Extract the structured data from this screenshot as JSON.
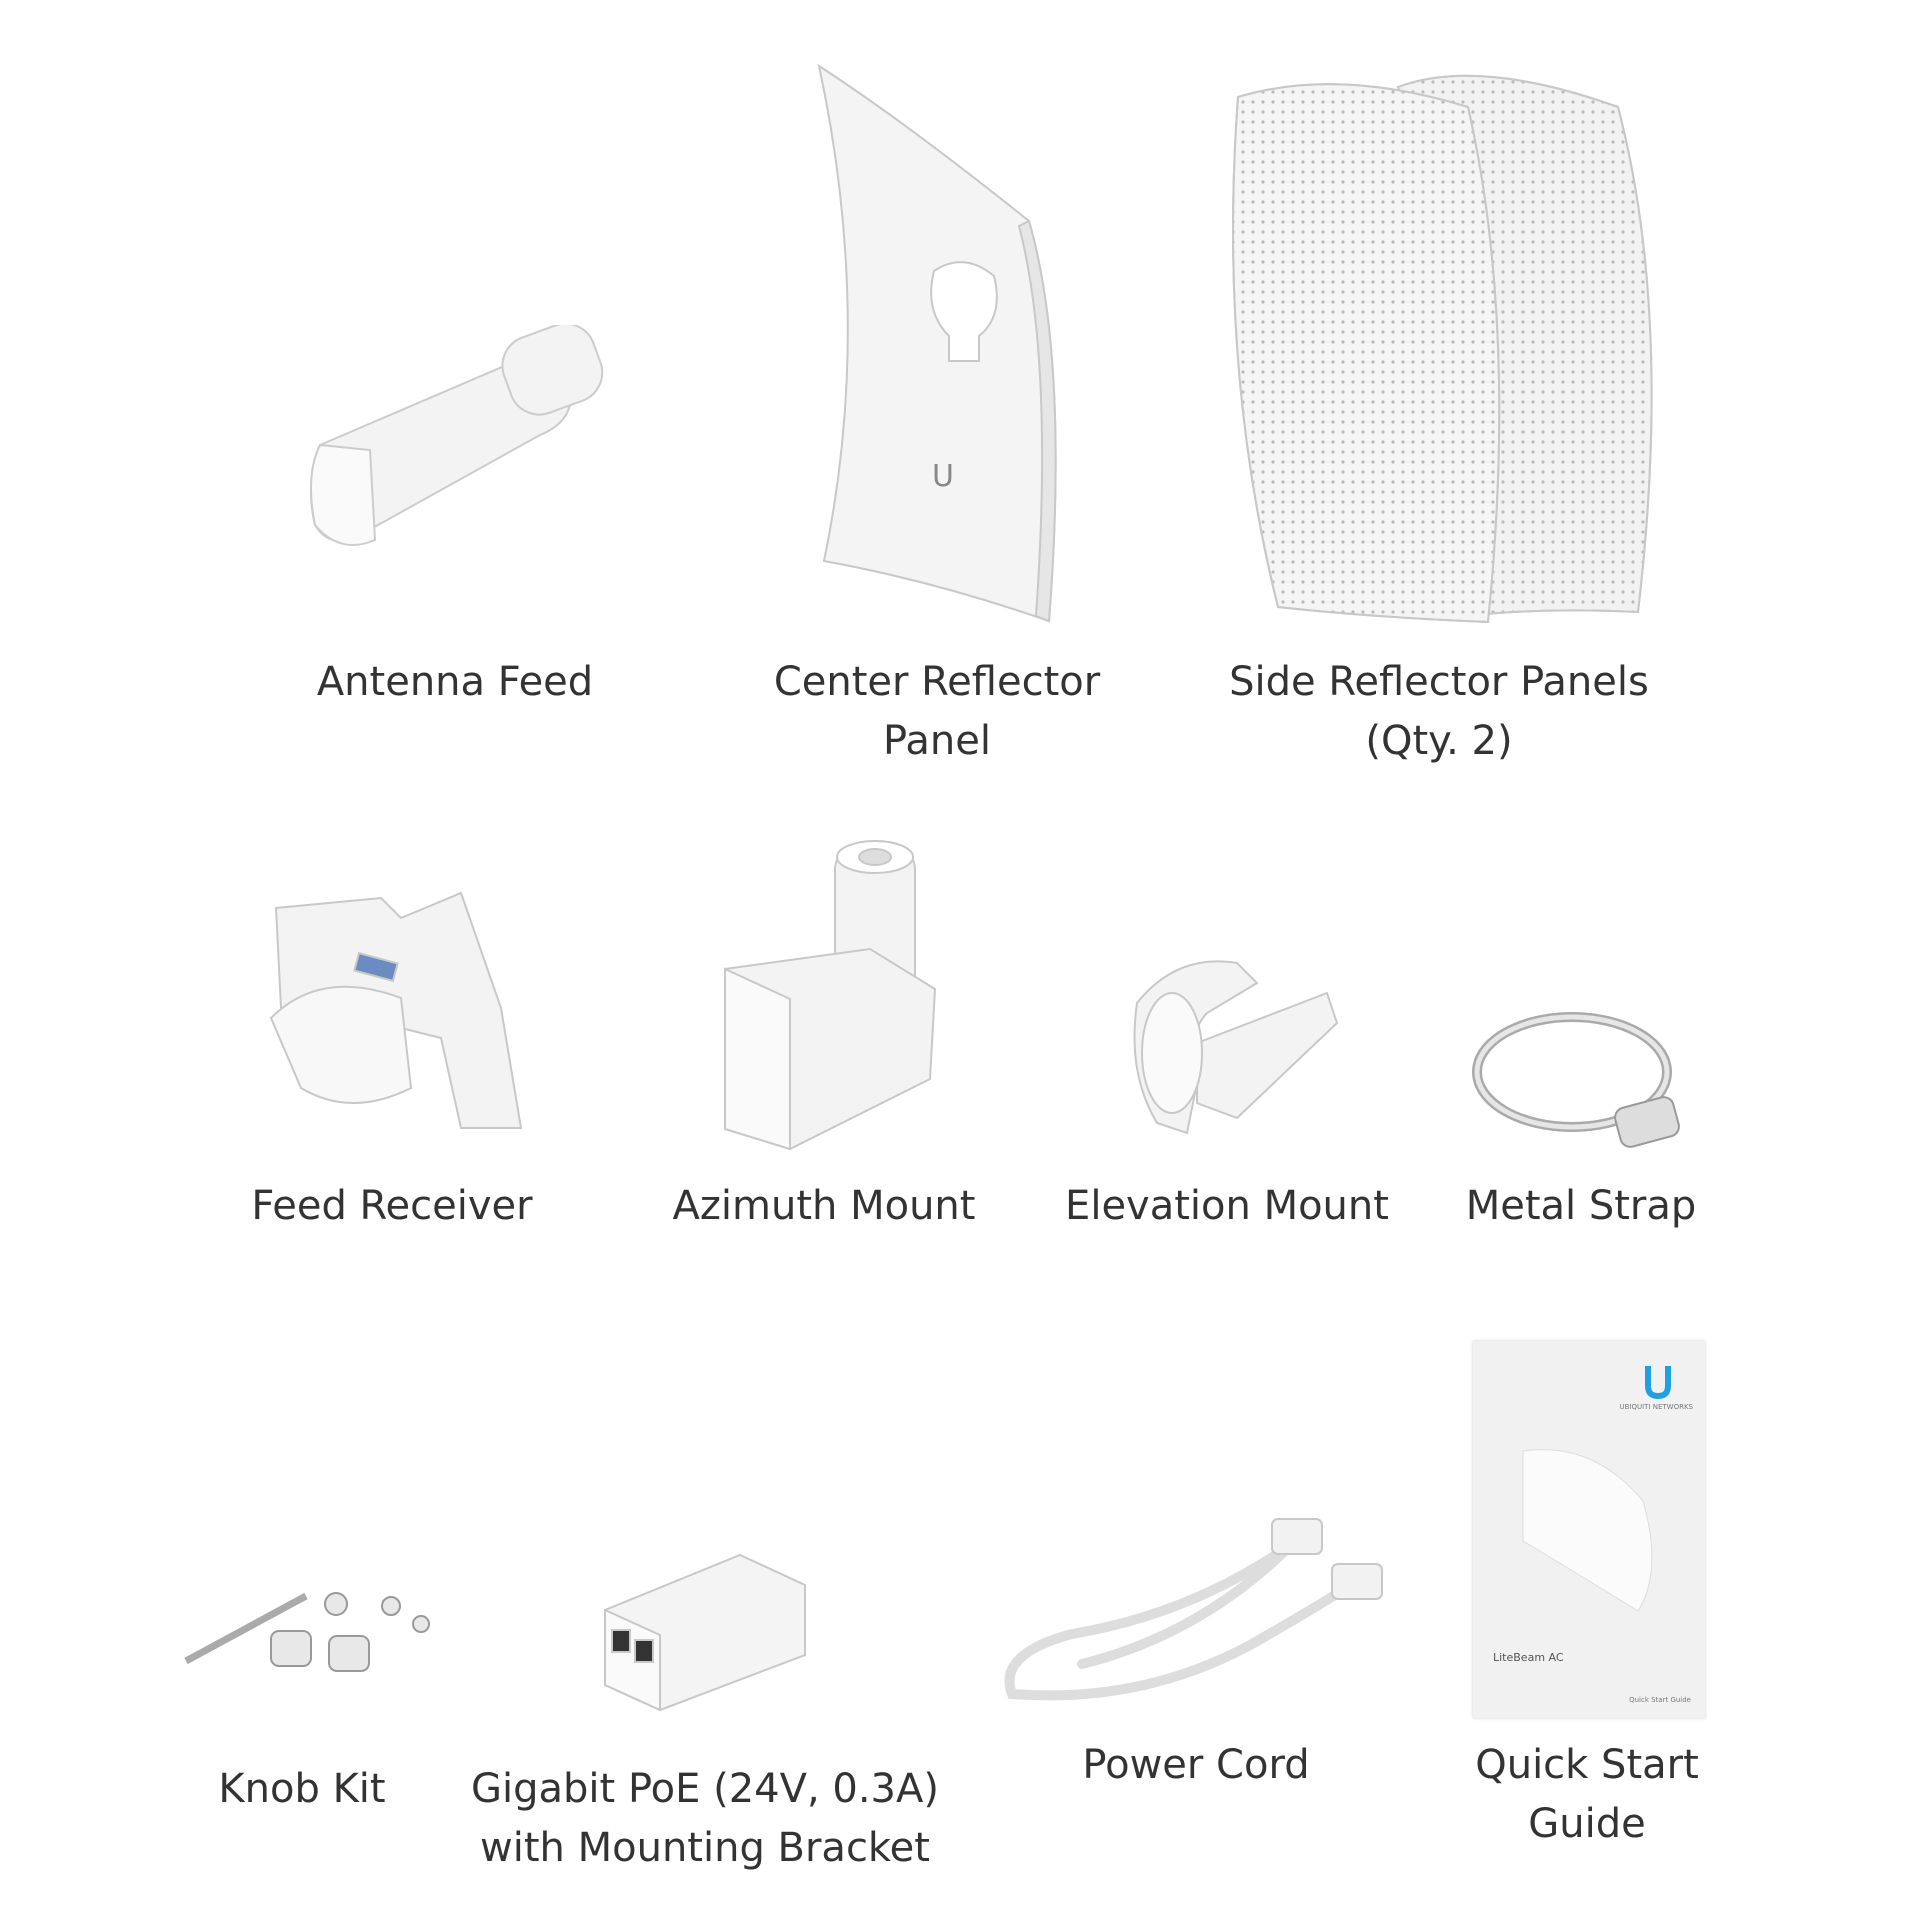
{
  "items": [
    {
      "label_lines": [
        "Antenna Feed"
      ]
    },
    {
      "label_lines": [
        "Center Reflector",
        "Panel"
      ]
    },
    {
      "label_lines": [
        "Side Reflector Panels",
        "(Qty. 2)"
      ]
    },
    {
      "label_lines": [
        "Feed Receiver"
      ]
    },
    {
      "label_lines": [
        "Azimuth Mount"
      ]
    },
    {
      "label_lines": [
        "Elevation Mount"
      ]
    },
    {
      "label_lines": [
        "Metal Strap"
      ]
    },
    {
      "label_lines": [
        "Knob Kit"
      ]
    },
    {
      "label_lines": [
        "Gigabit PoE (24V, 0.3A)",
        "with Mounting Bracket"
      ]
    },
    {
      "label_lines": [
        "Power Cord"
      ]
    },
    {
      "label_lines": [
        "Quick Start",
        "Guide"
      ]
    }
  ],
  "guide_cover": {
    "brand": "UBIQUITI NETWORKS",
    "product": "LiteBeam AC",
    "title": "Quick Start Guide"
  },
  "colors": {
    "text": "#333333",
    "product": "#f2f2f2",
    "outline": "#c8c8c8",
    "brand_blue": "#1fa0e0"
  }
}
